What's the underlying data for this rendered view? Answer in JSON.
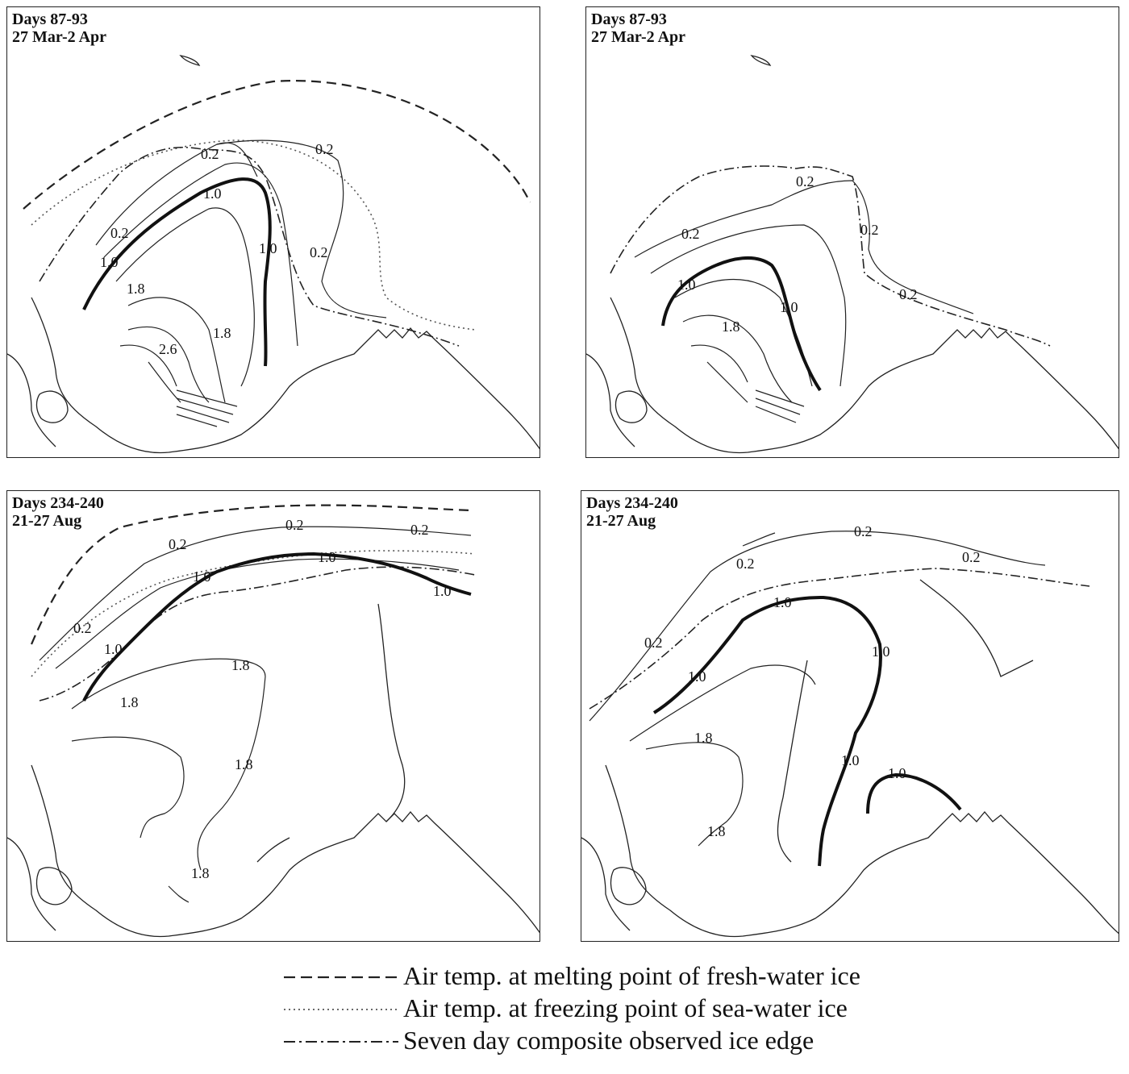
{
  "panels": [
    {
      "title_line1": "Days 87-93",
      "title_line2": "27 Mar-2 Apr",
      "labels": [
        "0.2",
        "0.2",
        "1.0",
        "0.2",
        "1.0",
        "1.8",
        "2.6",
        "1.8",
        "1.0",
        "0.2"
      ]
    },
    {
      "title_line1": "Days 87-93",
      "title_line2": "27 Mar-2 Apr",
      "labels": [
        "0.2",
        "0.2",
        "0.2",
        "1.0",
        "1.8",
        "1.0",
        "0.2"
      ]
    },
    {
      "title_line1": "Days 234-240",
      "title_line2": "21-27 Aug",
      "labels": [
        "0.2",
        "0.2",
        "0.2",
        "1.0",
        "1.0",
        "1.0",
        "0.2",
        "1.0",
        "1.8",
        "1.8",
        "1.8",
        "1.8"
      ]
    },
    {
      "title_line1": "Days 234-240",
      "title_line2": "21-27 Aug",
      "labels": [
        "0.2",
        "0.2",
        "0.2",
        "1.0",
        "1.0",
        "1.0",
        "1.0",
        "1.0",
        "0.2",
        "1.8",
        "1.8"
      ]
    }
  ],
  "legend": [
    {
      "style": "dashed",
      "label": "Air temp. at melting point of fresh-water ice"
    },
    {
      "style": "dotted",
      "label": "Air temp. at freezing point of sea-water ice"
    },
    {
      "style": "dashdot",
      "label": "Seven day composite observed ice edge"
    }
  ]
}
